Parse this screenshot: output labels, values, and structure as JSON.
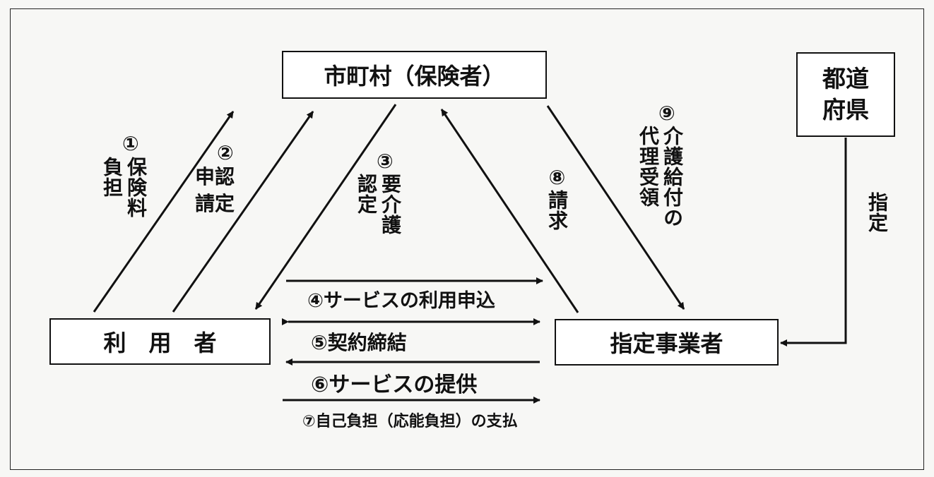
{
  "nodes": {
    "municipality": "市町村（保険者）",
    "prefecture": "都道府県",
    "user": "利　用　者",
    "provider": "指定事業者"
  },
  "labels": {
    "l1_num": "①",
    "l1_text": "保険料",
    "l1_text2": "負担",
    "l2_num": "②",
    "l2_text": "申認",
    "l2_text2": "請定",
    "l3_num": "③",
    "l3_text": "要介護",
    "l3_text2": "認定",
    "l8": "⑧請求",
    "l9_num": "⑨",
    "l9_text": "介護給付の",
    "l9_text2": "代理受領",
    "designation": "指定",
    "h4": "④サービスの利用申込",
    "h5": "⑤契約締結",
    "h6": "⑥サービスの提供",
    "h7": "⑦自己負担（応能負担）の支払"
  }
}
